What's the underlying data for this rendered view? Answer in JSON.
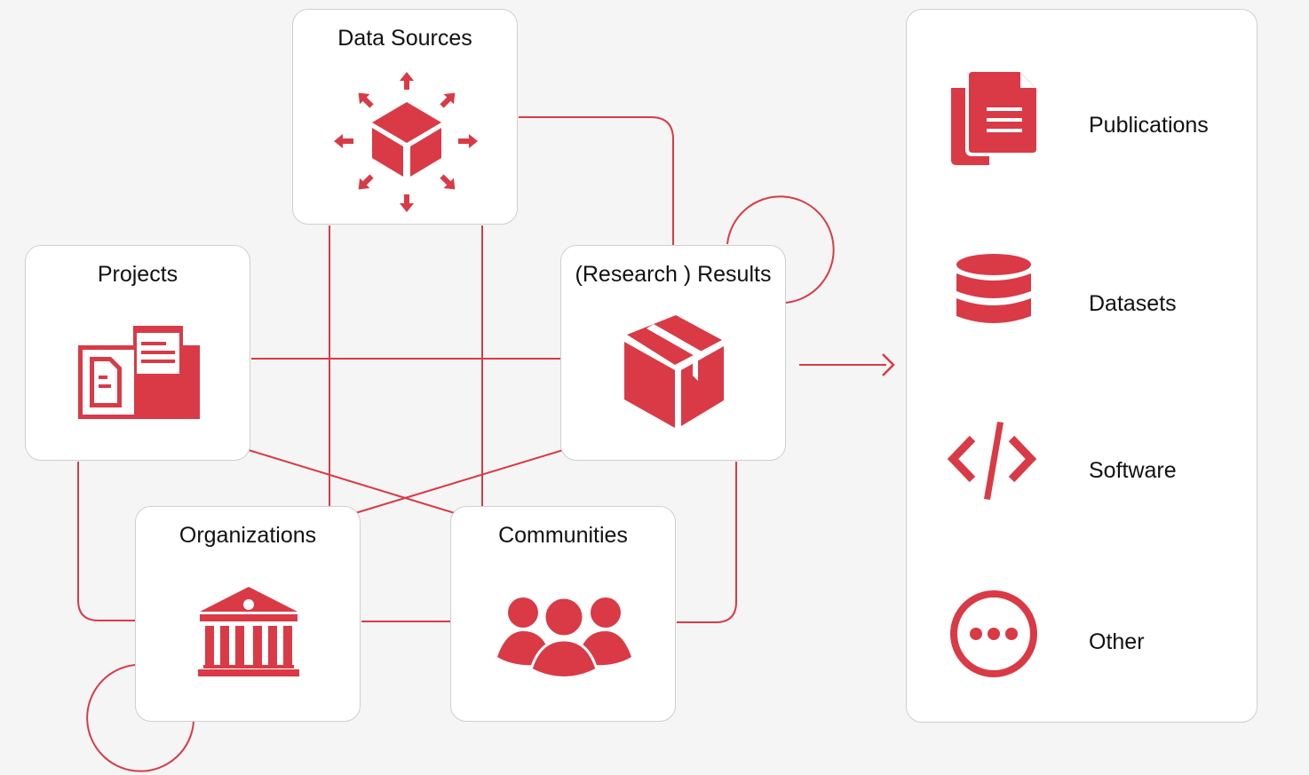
{
  "colors": {
    "accent": "#d93a46",
    "node_border": "#cfcfcf",
    "background": "#f5f5f5"
  },
  "nodes": {
    "data_sources": {
      "label": "Data Sources",
      "icon": "cube-distribute-icon"
    },
    "projects": {
      "label": "Projects",
      "icon": "project-documents-icon"
    },
    "results": {
      "label": "(Research ) Results",
      "icon": "package-box-icon"
    },
    "organizations": {
      "label": "Organizations",
      "icon": "institution-building-icon"
    },
    "communities": {
      "label": "Communities",
      "icon": "people-group-icon"
    }
  },
  "outputs": [
    {
      "label": "Publications",
      "icon": "documents-icon"
    },
    {
      "label": "Datasets",
      "icon": "database-icon"
    },
    {
      "label": "Software",
      "icon": "code-icon"
    },
    {
      "label": "Other",
      "icon": "more-dots-icon"
    }
  ]
}
